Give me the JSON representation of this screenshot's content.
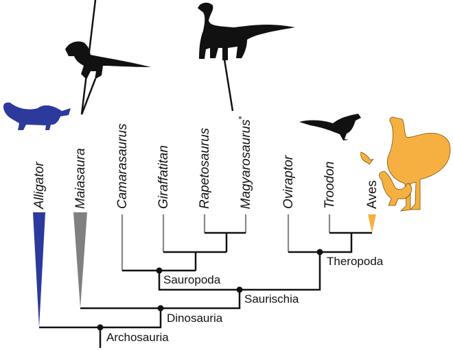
{
  "taxa": [
    {
      "name": "Alligator",
      "italic": true
    },
    {
      "name": "Maiasaura",
      "italic": true
    },
    {
      "name": "Camarasaurus",
      "italic": true
    },
    {
      "name": "Giraffatitan",
      "italic": true
    },
    {
      "name": "Rapetosaurus",
      "italic": true
    },
    {
      "name": "Magyarosaurus",
      "italic": true,
      "mark": "*"
    },
    {
      "name": "Oviraptor",
      "italic": true
    },
    {
      "name": "Troodon",
      "italic": true
    },
    {
      "name": "Aves",
      "italic": false
    }
  ],
  "clades": {
    "theropoda": "Theropoda",
    "sauropoda": "Sauropoda",
    "saurischia": "Saurischia",
    "dinosauria": "Dinosauria",
    "archosauria": "Archosauria"
  },
  "colors": {
    "alligator": "#2b3a9c",
    "maiasaura": "#808080",
    "aves": "#f6b042",
    "branch": "#111111",
    "tip": "#888888"
  }
}
